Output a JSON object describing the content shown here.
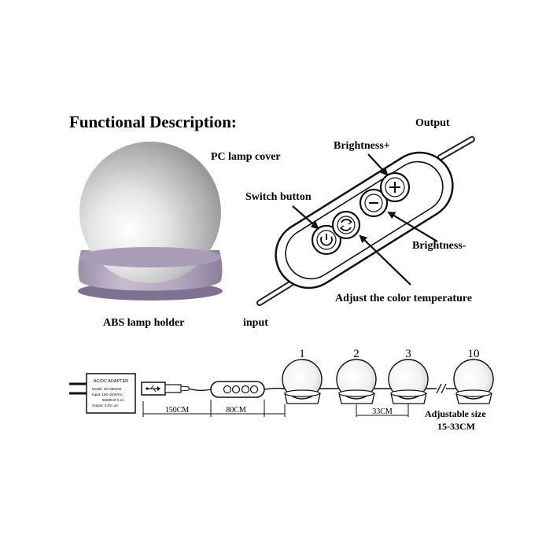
{
  "title": "Functional Description:",
  "labels": {
    "output": "Output",
    "brightness_plus": "Brightness+",
    "pc_lamp_cover": "PC lamp cover",
    "switch_button": "Switch button",
    "brightness_minus": "Brightness-",
    "adjust_color_temperature": "Adjust the color temperature",
    "abs_lamp_holder": "ABS lamp holder",
    "input": "input"
  },
  "adapter": {
    "title": "AC/DC ADAPTER",
    "model": "Model: XX-050100",
    "input": "Input: 100~240VAC",
    "freq": "50/60HZ 0.4A",
    "output": "Output: 5.0V=1A"
  },
  "bulbs": [
    {
      "number": "1"
    },
    {
      "number": "2"
    },
    {
      "number": "3"
    },
    {
      "number": "10"
    }
  ],
  "dimensions": {
    "cable_150": "150CM",
    "cable_80": "80CM",
    "spacing_33": "33CM",
    "adjustable_line1": "Adjustable size",
    "adjustable_line2": "15-33CM"
  },
  "colors": {
    "lamp_holder": "#b4a8be",
    "lamp_holder_dark": "#8e7f9b",
    "globe_highlight": "#ffffff",
    "globe_shadow": "#8c8c8c",
    "ink": "#111111"
  }
}
